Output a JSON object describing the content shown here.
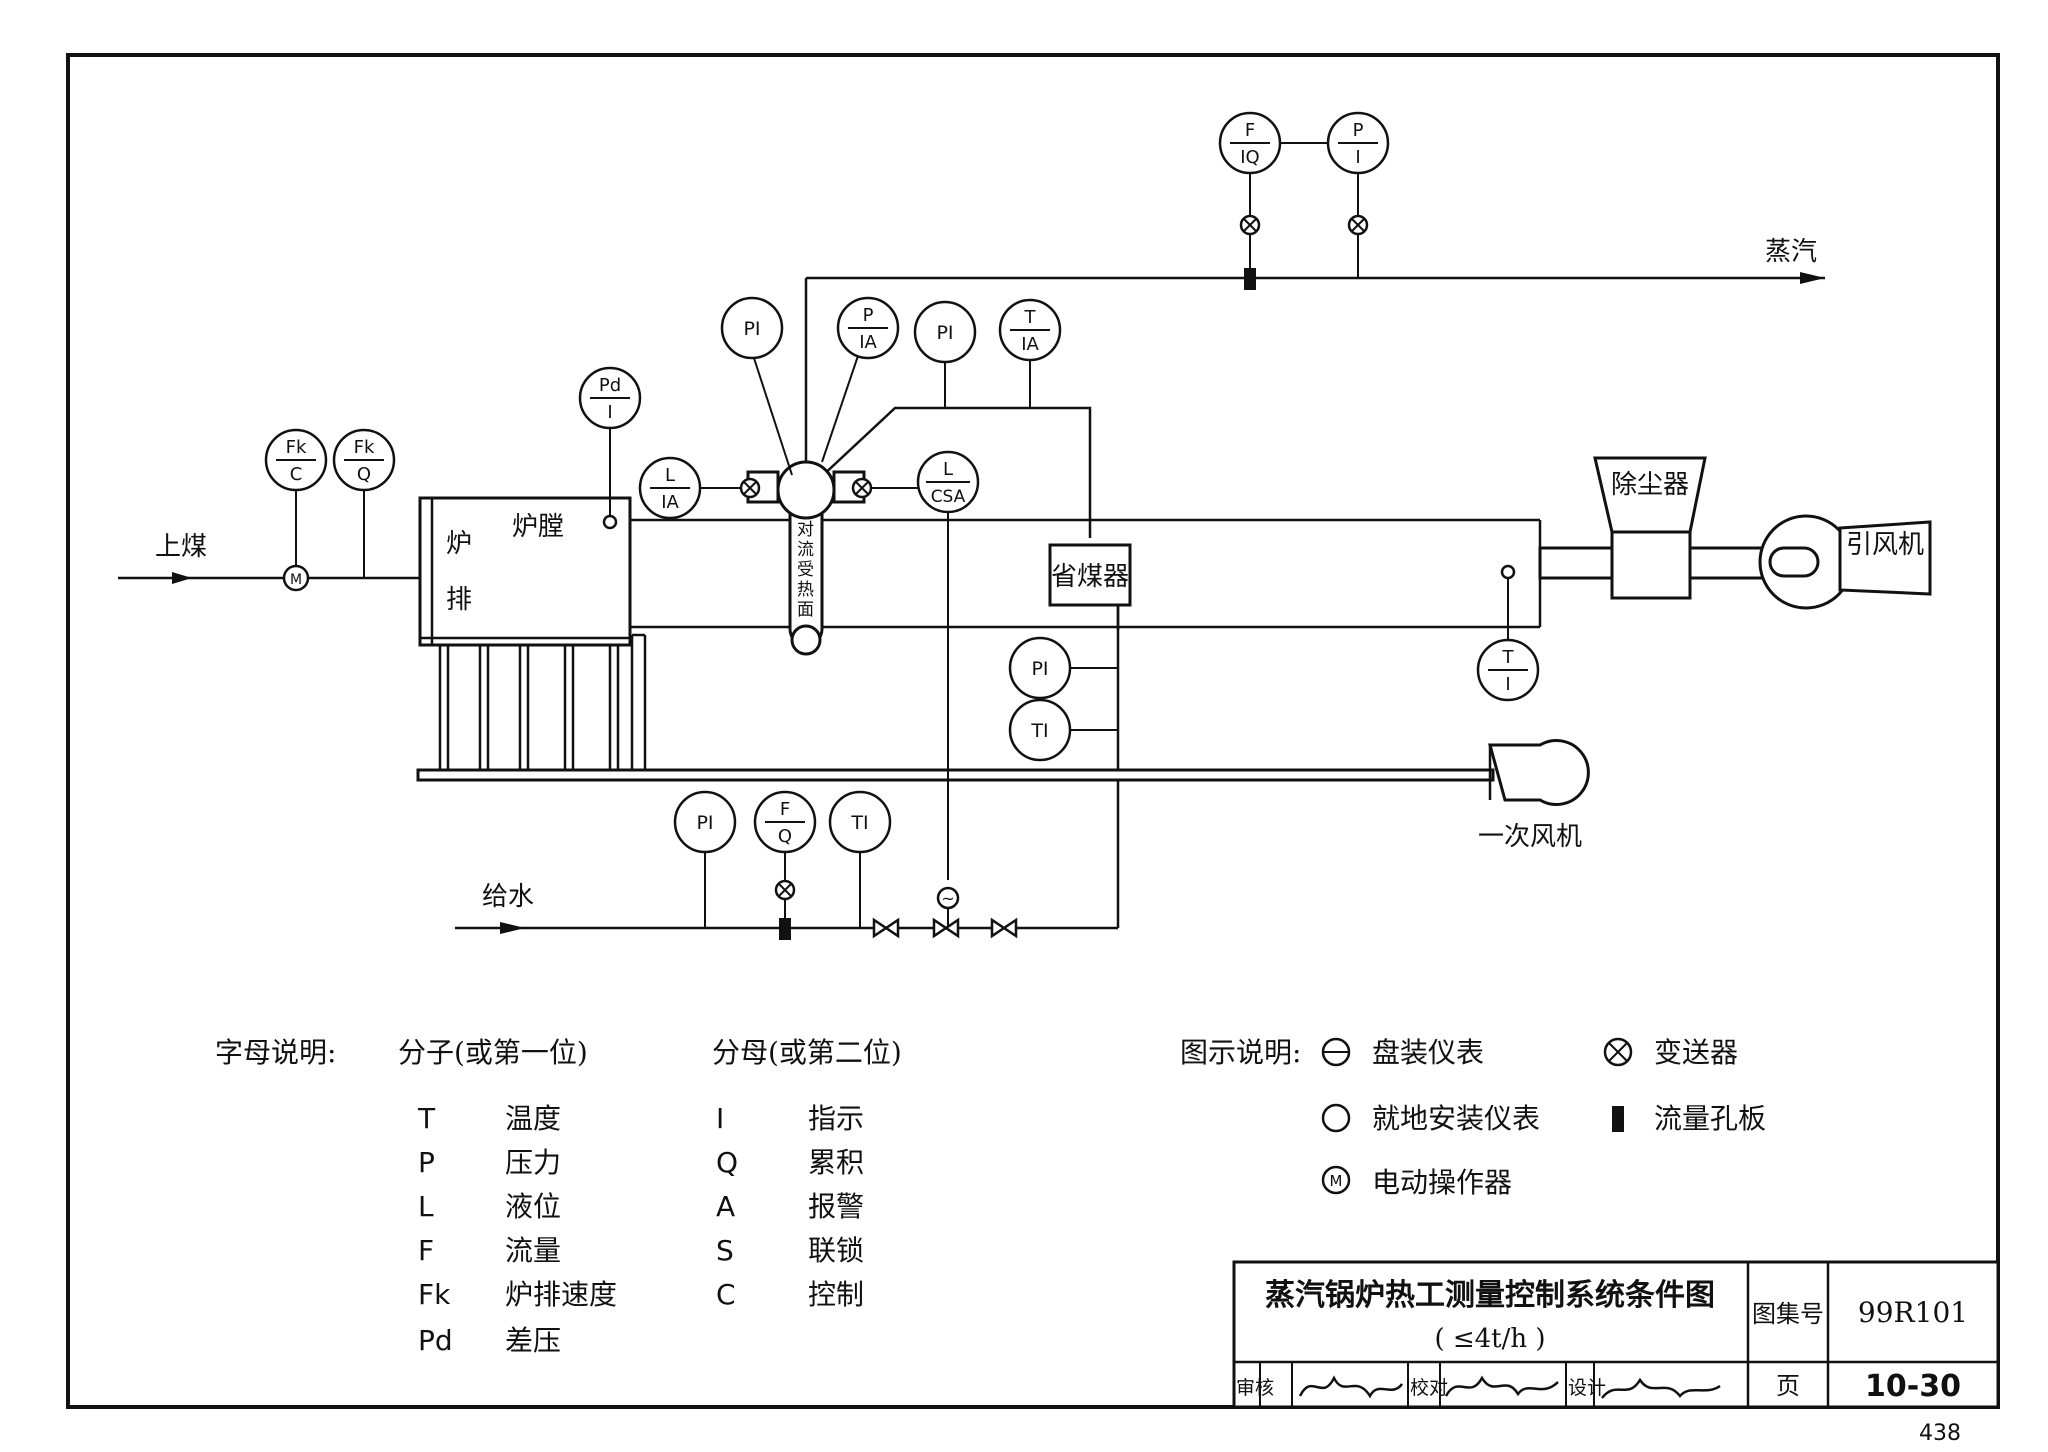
{
  "labels": {
    "coal_in": "上煤",
    "grate_1": "炉",
    "grate_2": "排",
    "furnace": "炉膛",
    "convection": [
      "对",
      "流",
      "受",
      "热",
      "面"
    ],
    "economizer": "省煤器",
    "dust_collector": "除尘器",
    "induced_fan": "引风机",
    "primary_fan": "一次风机",
    "steam": "蒸汽",
    "feed_water": "给水"
  },
  "instruments": {
    "fk_c": {
      "top": "Fk",
      "bottom": "C"
    },
    "fk_q": {
      "top": "Fk",
      "bottom": "Q"
    },
    "pd_i": {
      "top": "Pd",
      "bottom": "I"
    },
    "l_ia": {
      "top": "L",
      "bottom": "IA"
    },
    "pi_a": "PI",
    "p_ia": {
      "top": "P",
      "bottom": "IA"
    },
    "pi_b": "PI",
    "t_ia": {
      "top": "T",
      "bottom": "IA"
    },
    "l_csa": {
      "top": "L",
      "bottom": "CSA"
    },
    "f_iq": {
      "top": "F",
      "bottom": "IQ"
    },
    "p_i": {
      "top": "P",
      "bottom": "I"
    },
    "t_i": {
      "top": "T",
      "bottom": "I"
    },
    "pi_c": "PI",
    "ti_a": "TI",
    "pi_d": "PI",
    "f_q": {
      "top": "F",
      "bottom": "Q"
    },
    "ti_b": "TI",
    "motor": "M"
  },
  "legend": {
    "letters_title": "字母说明:",
    "numerator_title": "分子(或第一位)",
    "denominator_title": "分母(或第二位)",
    "numerator_items": [
      {
        "code": "T",
        "desc": "温度"
      },
      {
        "code": "P",
        "desc": "压力"
      },
      {
        "code": "L",
        "desc": "液位"
      },
      {
        "code": "F",
        "desc": "流量"
      },
      {
        "code": "Fk",
        "desc": "炉排速度"
      },
      {
        "code": "Pd",
        "desc": "差压"
      }
    ],
    "denominator_items": [
      {
        "code": "I",
        "desc": "指示"
      },
      {
        "code": "Q",
        "desc": "累积"
      },
      {
        "code": "A",
        "desc": "报警"
      },
      {
        "code": "S",
        "desc": "联锁"
      },
      {
        "code": "C",
        "desc": "控制"
      }
    ],
    "symbols_title": "图示说明:",
    "symbols": {
      "panel": "盘装仪表",
      "local": "就地安装仪表",
      "electric": "电动操作器",
      "electric_glyph": "M",
      "transmitter": "变送器",
      "orifice": "流量孔板"
    }
  },
  "title_block": {
    "title": "蒸汽锅炉热工测量控制系统条件图",
    "subtitle": "( ≤4t/h )",
    "atlas_label": "图集号",
    "atlas_no": "99R101",
    "page_label": "页",
    "page_no": "10-30",
    "review_label": "审核",
    "check_label": "校对",
    "design_label": "设计"
  },
  "page_number": "438"
}
